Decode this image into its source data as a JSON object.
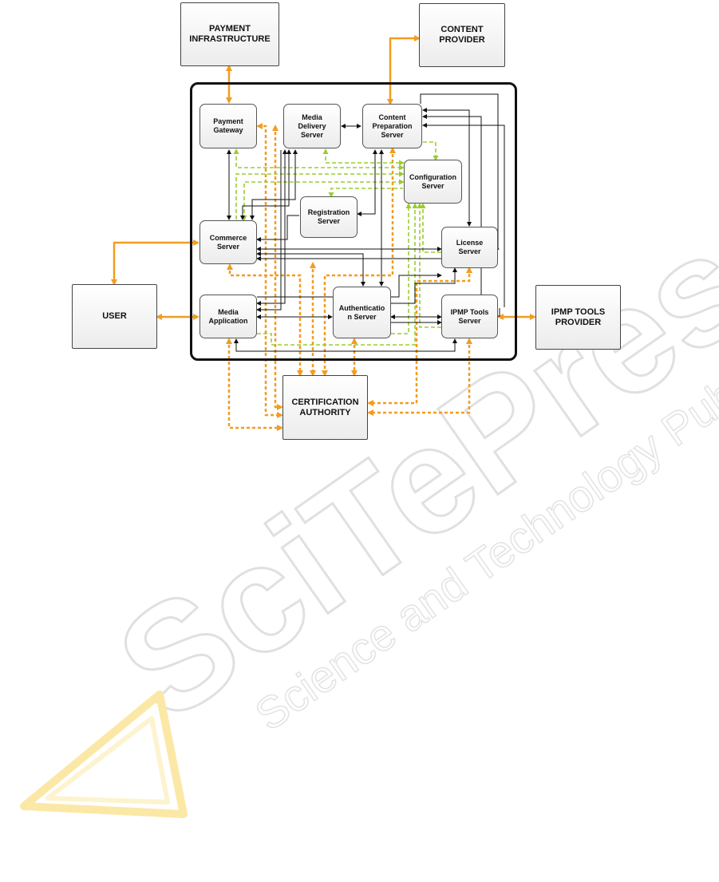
{
  "nodes": {
    "payment_infrastructure": "PAYMENT\nINFRASTRUCTURE",
    "content_provider": "CONTENT\nPROVIDER",
    "user": "USER",
    "ipmp_tools_provider": "IPMP TOOLS\nPROVIDER",
    "certification_authority": "CERTIFICATION\nAUTHORITY",
    "payment_gateway": "Payment\nGateway",
    "media_delivery_server": "Media\nDelivery\nServer",
    "content_preparation_server": "Content\nPreparation\nServer",
    "configuration_server": "Configuration\nServer",
    "registration_server": "Registration\nServer",
    "commerce_server": "Commerce\nServer",
    "license_server": "License\nServer",
    "media_application": "Media\nApplication",
    "authentication_server": "Authenticatio\nn Server",
    "ipmp_tools_server": "IPMP Tools\nServer"
  },
  "colors": {
    "orange": "#f39c1f",
    "green": "#9acd32",
    "black_arrow": "#111111",
    "watermark": "#e3e3e3",
    "watermark_yellow": "#fbe8a6"
  },
  "watermark_text": {
    "big": "SciTePress",
    "small": "Science and Technology Publications"
  }
}
